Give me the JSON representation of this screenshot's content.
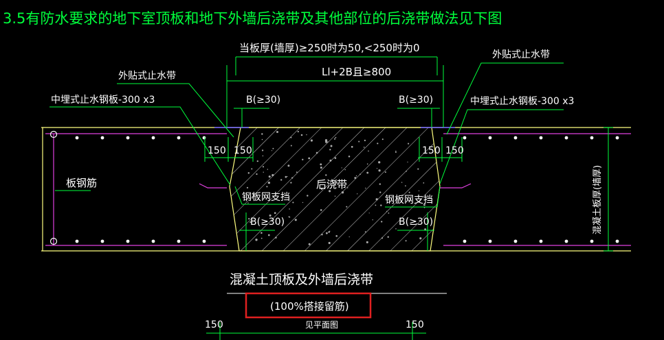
{
  "title": "3.5有防水要求的地下室顶板和地下外墙后浇带及其他部位的后浇带做法见下图",
  "labels": {
    "thickness_rule": "当板厚(墙厚)≥250时为50,<250时为0",
    "width_rule": "Ll+2B且≥800",
    "waterstop_left": "外贴式止水带",
    "waterstop_right": "外贴式止水带",
    "steel_plate_left": "中埋式止水钢板-300 x3",
    "steel_plate_right": "中埋式止水钢板-300 x3",
    "b_top_left": "B(≥30)",
    "b_top_right": "B(≥30)",
    "b_bottom_left": "B(≥30)",
    "b_bottom_right": "B(≥30)",
    "dim_150_1": "150",
    "dim_150_2": "150",
    "dim_150_3": "150",
    "dim_150_4": "150",
    "rebar": "板钢筋",
    "post_pour": "后浇带",
    "mesh_left": "钢板网支挡",
    "mesh_right": "钢板网支挡",
    "concrete_thickness": "混凝土板厚(墙厚)",
    "caption": "混凝土顶板及外墙后浇带",
    "caption_note": "(100%搭接留筋)",
    "plan_ref": "见平面图",
    "bottom_150_left": "150",
    "bottom_150_right": "150"
  },
  "colors": {
    "background": "#000000",
    "text_green": "#00ff3c",
    "text_white": "#ffffff",
    "slab_line": "#ffff80",
    "rebar_line": "#e040e0",
    "waterstop": "#6a5cff",
    "highlight_box": "#e02020"
  }
}
